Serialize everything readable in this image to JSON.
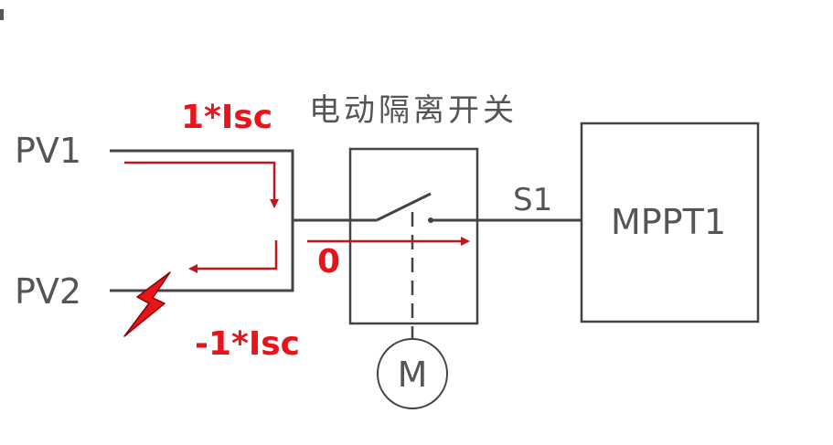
{
  "labels": {
    "pv1": "PV1",
    "pv2": "PV2",
    "switch_title": "电动隔离开关",
    "s1": "S1",
    "mppt": "MPPT1",
    "motor": "M",
    "current_pv1": "1*Isc",
    "current_pv2": "-1*Isc",
    "current_out": "0"
  },
  "icons": {
    "fault": "lightning-fault-icon",
    "motor": "motor-icon"
  },
  "colors": {
    "wire": "#444444",
    "current": "#c0161c",
    "label_red": "#e8141c",
    "fault_fill": "#e8141c"
  }
}
